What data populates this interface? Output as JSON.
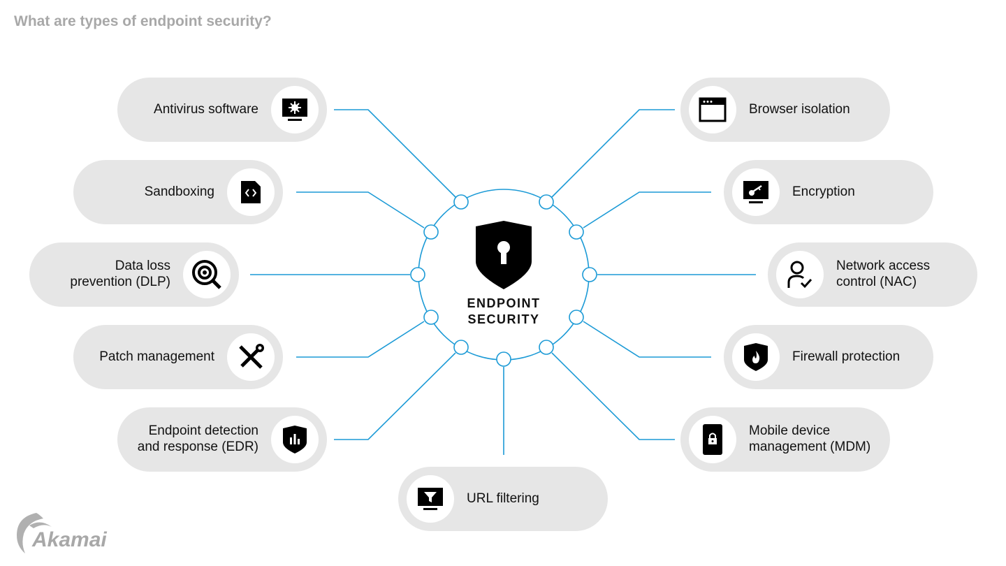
{
  "title": "What are types of endpoint security?",
  "center": {
    "line1": "ENDPOINT",
    "line2": "SECURITY",
    "icon": "shield-keyhole-icon"
  },
  "colors": {
    "line": "#1b9ad6",
    "pill": "#e6e6e6",
    "title": "#a8a8a8"
  },
  "items": [
    {
      "label": "Antivirus software",
      "icon": "monitor-virus-icon"
    },
    {
      "label": "Sandboxing",
      "icon": "code-file-icon"
    },
    {
      "label": "Data loss prevention (DLP)",
      "icon": "eye-magnifier-icon"
    },
    {
      "label": "Patch management",
      "icon": "tools-icon"
    },
    {
      "label": "Endpoint detection and response (EDR)",
      "icon": "shield-chart-icon"
    },
    {
      "label": "URL filtering",
      "icon": "monitor-filter-icon"
    },
    {
      "label": "Browser isolation",
      "icon": "browser-window-icon"
    },
    {
      "label": "Encryption",
      "icon": "monitor-key-icon"
    },
    {
      "label": "Network access control (NAC)",
      "icon": "user-check-icon"
    },
    {
      "label": "Firewall protection",
      "icon": "shield-flame-icon"
    },
    {
      "label": "Mobile device management (MDM)",
      "icon": "phone-lock-icon"
    }
  ],
  "logo": {
    "text": "Akamai"
  }
}
